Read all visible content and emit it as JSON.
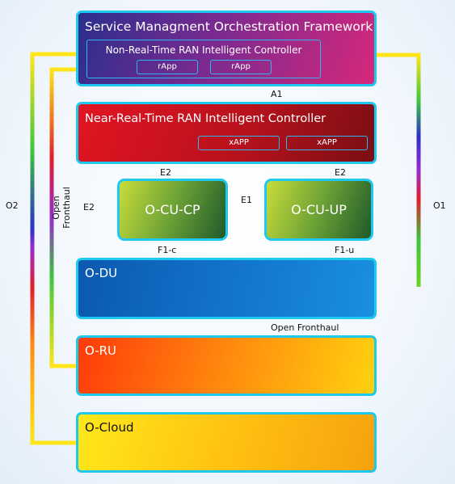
{
  "smo": {
    "title": "Service Managment Orchestration Framework"
  },
  "non_rt_ric": {
    "title": "Non-Real-Time RAN Intelligent Controller",
    "apps": [
      "rApp",
      "rApp"
    ]
  },
  "near_rt_ric": {
    "title": "Near-Real-Time RAN Intelligent Controller",
    "apps": [
      "xAPP",
      "xAPP"
    ]
  },
  "cu_cp": {
    "title": "O-CU-CP"
  },
  "cu_up": {
    "title": "O-CU-UP"
  },
  "du": {
    "title": "O-DU"
  },
  "ru": {
    "title": "O-RU"
  },
  "cloud": {
    "title": "O-Cloud"
  },
  "interfaces": {
    "a1": "A1",
    "e2_left": "E2",
    "e2_cp": "E2",
    "e2_up": "E2",
    "e1": "E1",
    "f1c": "F1-c",
    "f1u": "F1-u",
    "open_fronthaul_vertical": "Open Fronthaul",
    "open_fronthaul": "Open Fronthaul",
    "o1": "O1",
    "o2": "O2"
  },
  "colors": {
    "box_border": "#1ec8f0",
    "smo": [
      "#2a2f8c",
      "#d6287a"
    ],
    "near_rt_ric": [
      "#e21422",
      "#7a0e14"
    ],
    "cu": [
      "#c7dc3a",
      "#1f5a2a"
    ],
    "du": [
      "#0c58b0",
      "#1a8fe0"
    ],
    "ru": [
      "#ff3a0a",
      "#ffd20f"
    ],
    "cloud": [
      "#ffe81a",
      "#f6a20e"
    ]
  }
}
